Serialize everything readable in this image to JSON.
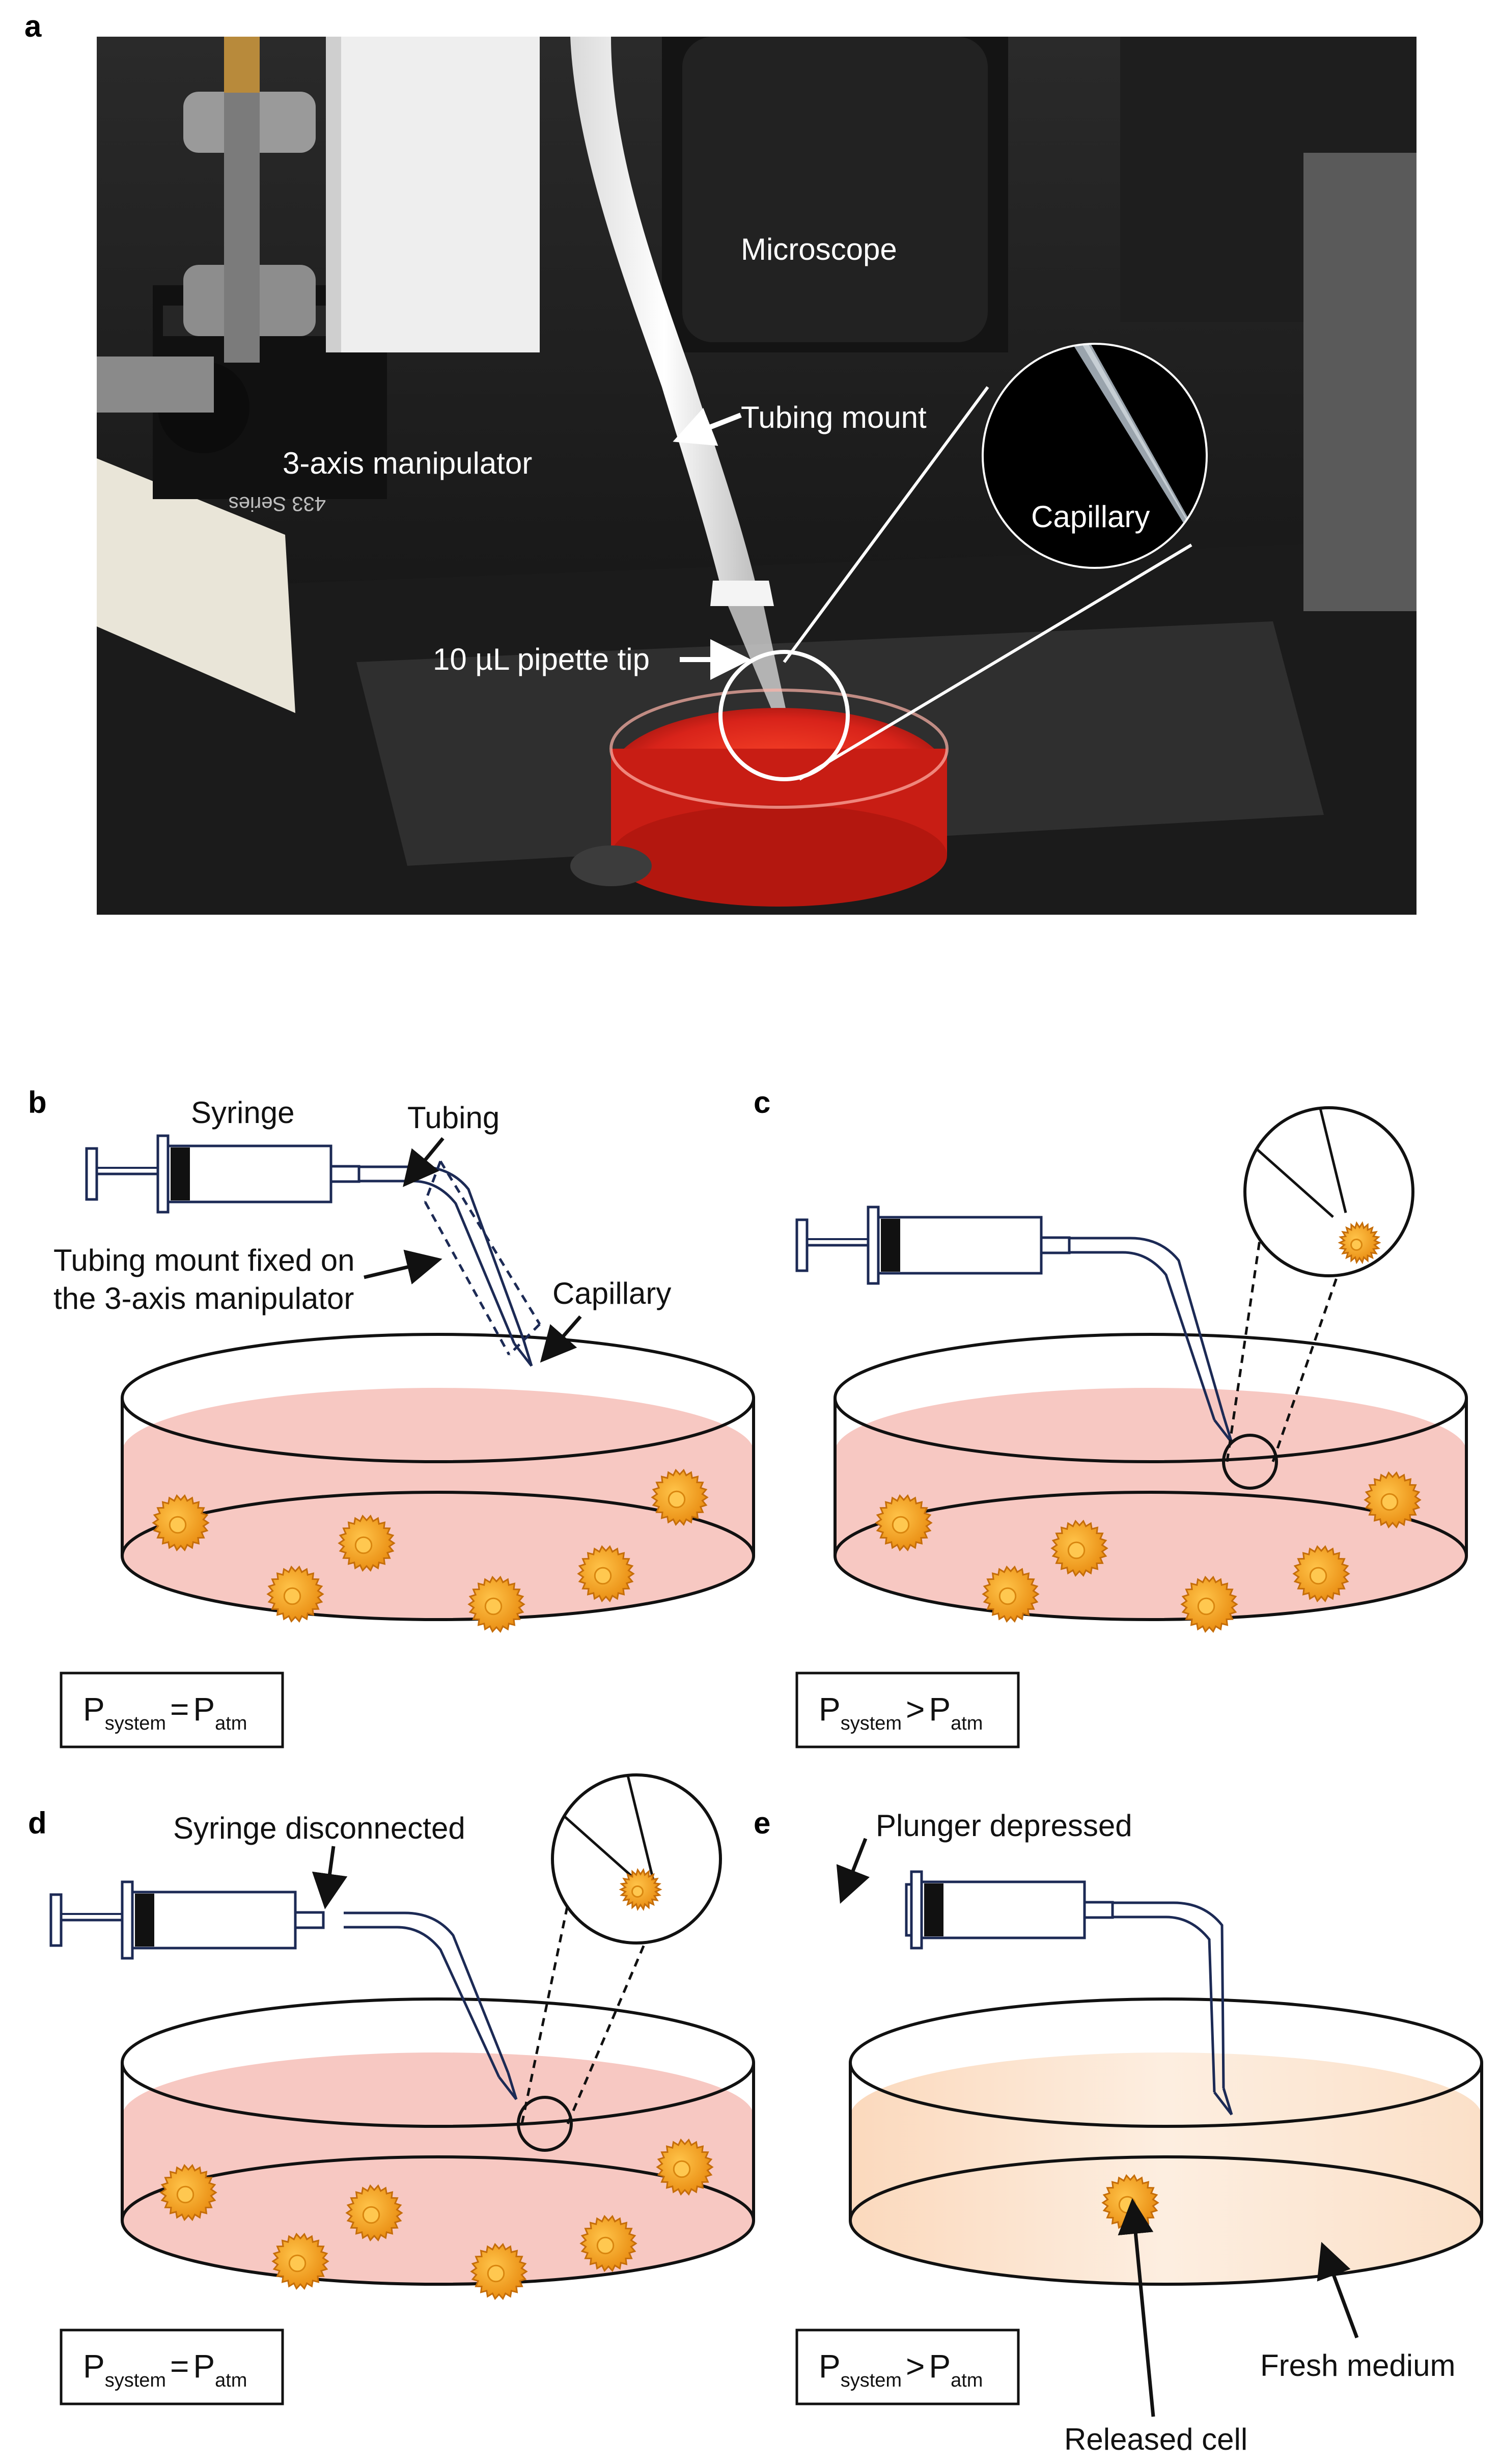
{
  "panels": {
    "a": {
      "label": "a",
      "photo_labels": {
        "microscope": "Microscope",
        "tubing_mount": "Tubing mount",
        "manipulator": "3-axis manipulator",
        "capillary": "Capillary",
        "pipette_tip": "10 µL pipette tip",
        "stage_marking": "433 Series"
      }
    },
    "b": {
      "label": "b",
      "syringe": "Syringe",
      "tubing": "Tubing",
      "tubing_mount_line1": "Tubing mount fixed on",
      "tubing_mount_line2": "the 3-axis manipulator",
      "capillary": "Capillary",
      "eq": {
        "P1": "P",
        "sub1": "system",
        "op": "=",
        "P2": "P",
        "sub2": "atm"
      }
    },
    "c": {
      "label": "c",
      "eq": {
        "P1": "P",
        "sub1": "system",
        "op": ">",
        "P2": "P",
        "sub2": "atm"
      }
    },
    "d": {
      "label": "d",
      "syringe_disconnected": "Syringe disconnected",
      "eq": {
        "P1": "P",
        "sub1": "system",
        "op": "=",
        "P2": "P",
        "sub2": "atm"
      }
    },
    "e": {
      "label": "e",
      "plunger": "Plunger depressed",
      "fresh_medium": "Fresh medium",
      "released_cell": "Released cell",
      "eq": {
        "P1": "P",
        "sub1": "system",
        "op": ">",
        "P2": "P",
        "sub2": "atm"
      }
    }
  },
  "colors": {
    "syringe_line": "#1c2a55",
    "medium_red": "#f7c8c2",
    "medium_fresh": "#fbe2cc",
    "cell_fill": "#f4a21c",
    "photo_dark": "#161616",
    "photo_liquid": "#d8231a"
  }
}
